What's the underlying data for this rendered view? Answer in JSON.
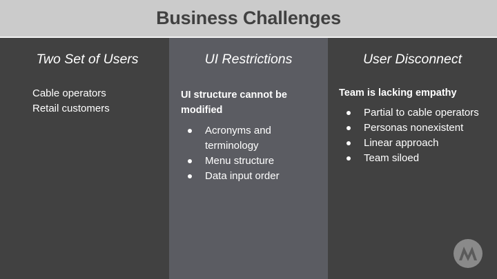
{
  "slide": {
    "title": "Business Challenges"
  },
  "columns": [
    {
      "heading": "Two Set of Users",
      "items": [
        "Cable operators",
        "Retail customers"
      ]
    },
    {
      "heading": "UI Restrictions",
      "subheading": "UI structure cannot be modified",
      "bullets": [
        "Acronyms and terminology",
        "Menu structure",
        "Data input order"
      ]
    },
    {
      "heading": "User Disconnect",
      "subheading": "Team is lacking empathy",
      "bullets": [
        "Partial to cable operators",
        "Personas nonexistent",
        "Linear approach",
        "Team siloed"
      ]
    }
  ],
  "colors": {
    "header_bg": "#cbcbcb",
    "dark_panel": "#414141",
    "mid_panel": "#5b5c62",
    "text": "#ffffff"
  },
  "logo": {
    "icon": "motorola-logo-icon"
  }
}
